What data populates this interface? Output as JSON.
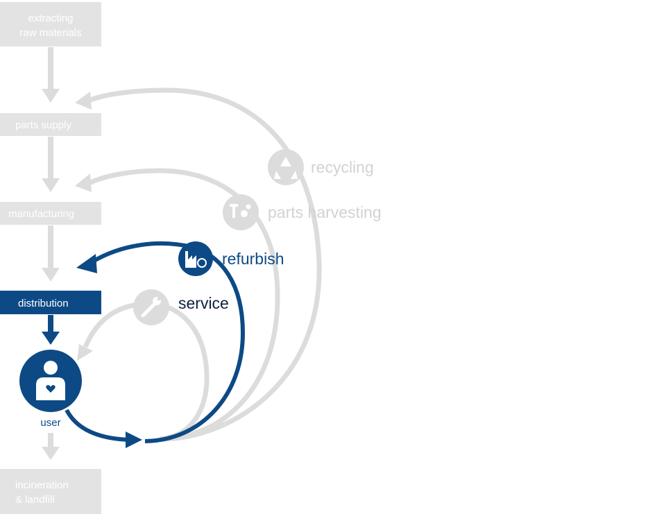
{
  "colors": {
    "inactive_box": "#e3e3e3",
    "inactive_line": "#dcdcdc",
    "inactive_text": "#d2d2d2",
    "accent_blue": "#0d4a85",
    "dark_text": "#0d2040"
  },
  "stages": {
    "extracting_line1": "extracting",
    "extracting_line2": "raw  materials",
    "parts_supply": "parts supply",
    "manufacturing": "manufacturing",
    "distribution": "distribution",
    "user": "user",
    "incineration_line1": "incineration",
    "incineration_line2": "& landfill"
  },
  "loops": {
    "recycling": "recycling",
    "parts_harvesting": "parts harvesting",
    "refurbish": "refurbish",
    "service": "service"
  },
  "icons": {
    "recycling": "recycle-icon",
    "parts_harvesting": "tools-gears-icon",
    "refurbish": "factory-refresh-icon",
    "service": "wrench-icon",
    "user": "person-heart-icon"
  }
}
